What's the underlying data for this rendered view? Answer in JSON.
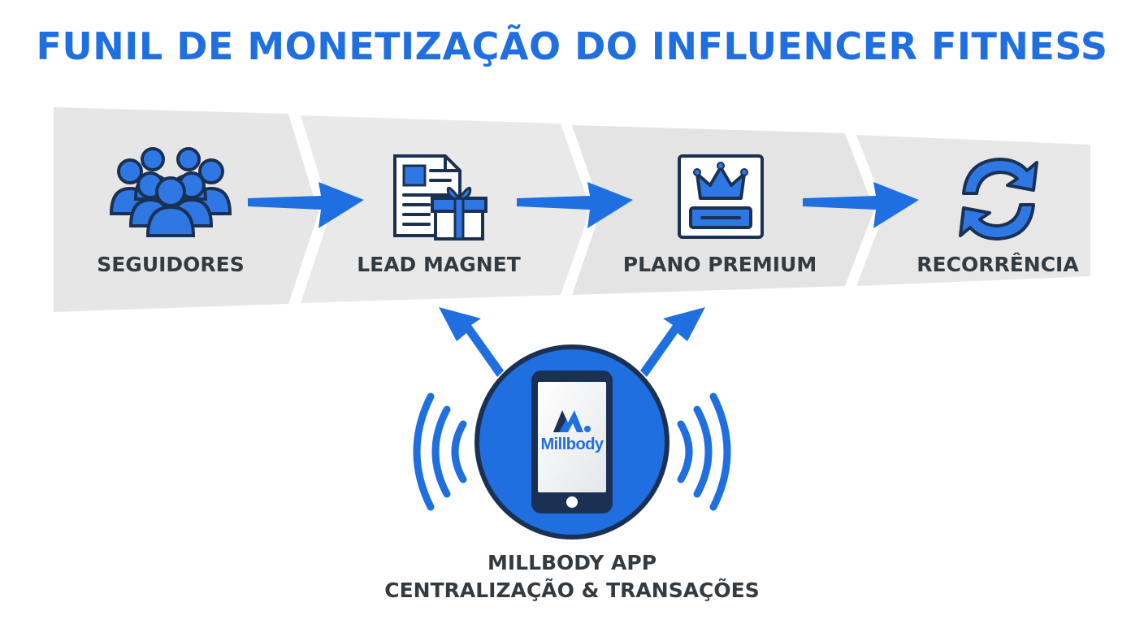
{
  "title": "FUNIL DE MONETIZAÇÃO DO INFLUENCER FITNESS",
  "stages": [
    {
      "label": "SEGUIDORES",
      "icon": "people-group-icon"
    },
    {
      "label": "LEAD MAGNET",
      "icon": "document-gift-icon"
    },
    {
      "label": "PLANO PREMIUM",
      "icon": "crown-card-icon"
    },
    {
      "label": "RECORRÊNCIA",
      "icon": "recurring-arrows-icon"
    }
  ],
  "app": {
    "brand": "Millbody",
    "name": "MILLBODY APP",
    "subtitle": "CENTRALIZAÇÃO & TRANSAÇÕES",
    "icon": "smartphone-icon"
  },
  "colors": {
    "accent": "#1f6fe0",
    "dark": "#1b3153",
    "band": "#e8e8e8",
    "text": "#333a40"
  }
}
